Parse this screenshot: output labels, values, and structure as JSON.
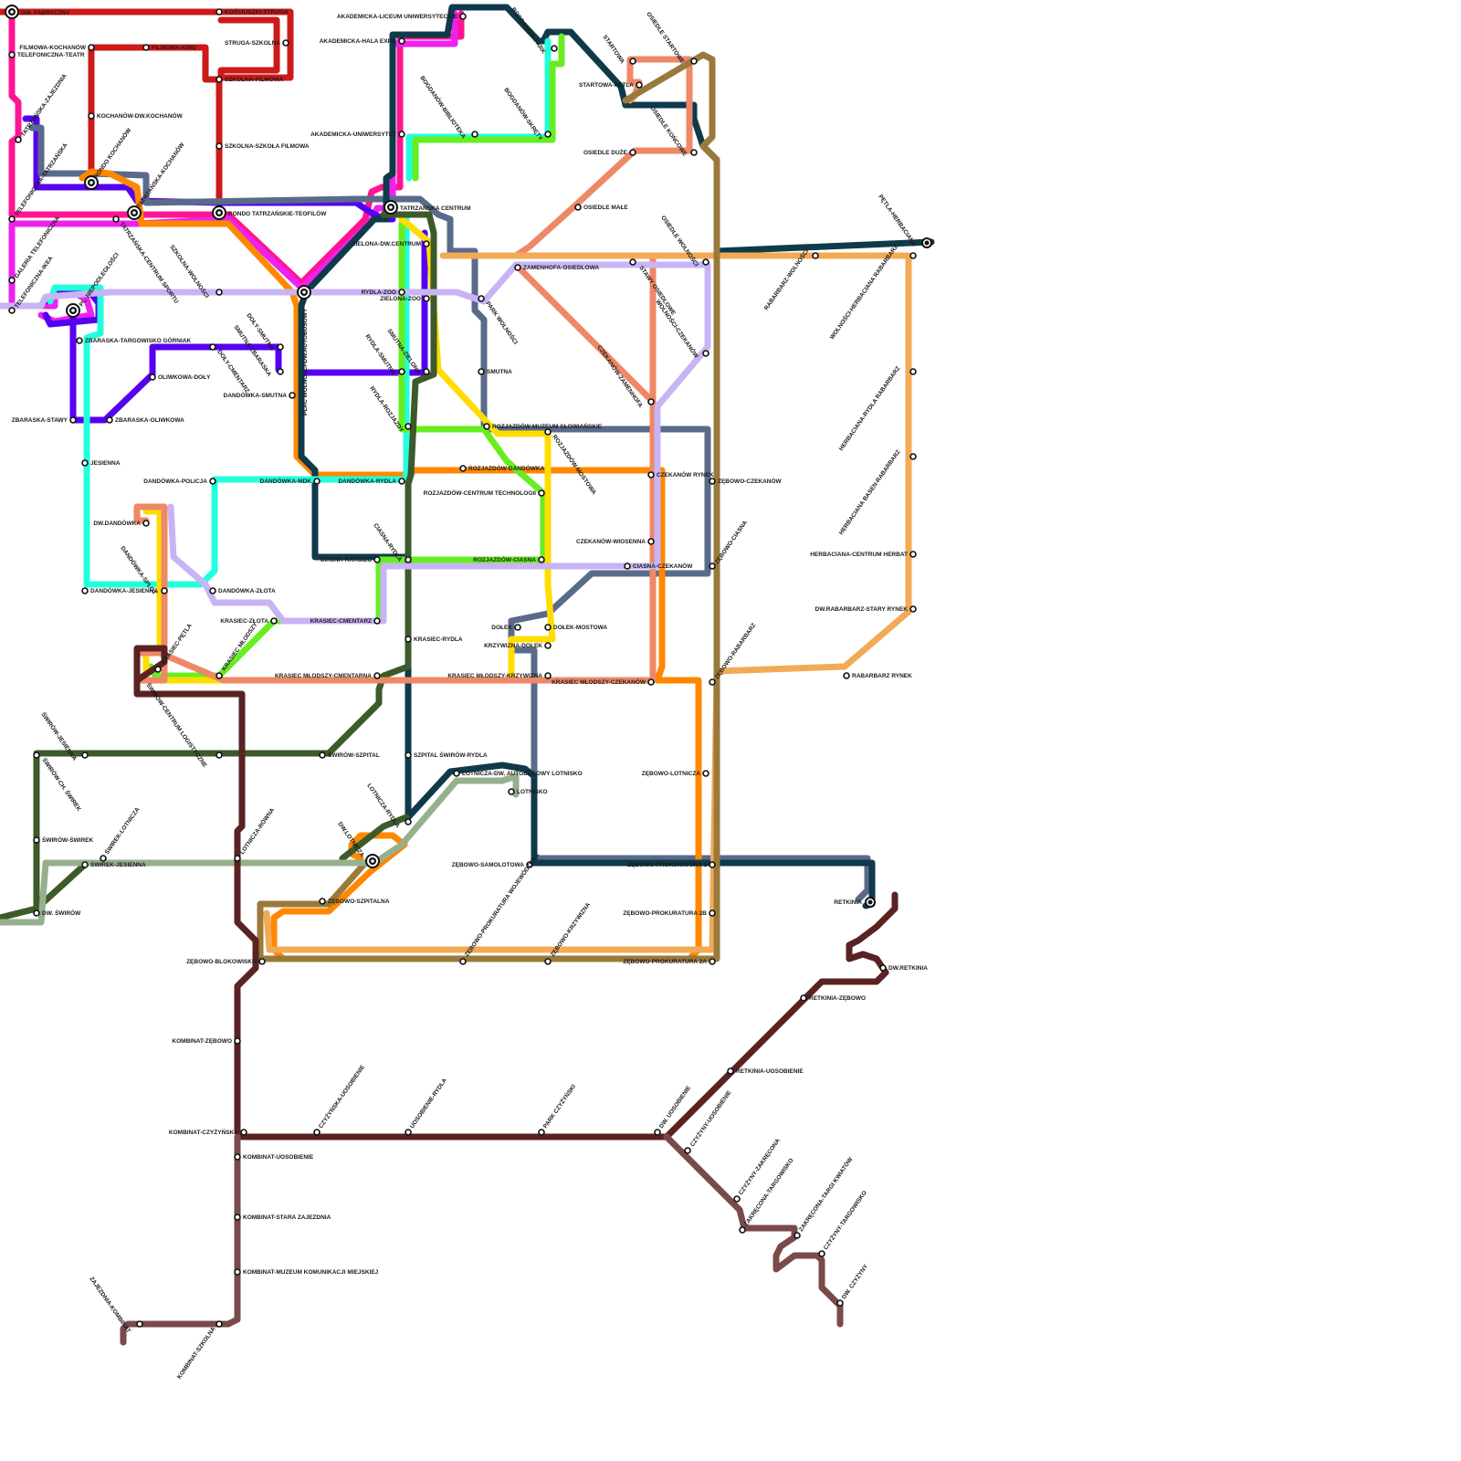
{
  "colors": {
    "red": "#cc1a1a",
    "pink": "#ff1493",
    "magenta": "#ee22ee",
    "violet": "#5500ee",
    "slate": "#5a6a8a",
    "orange": "#ff8800",
    "navy": "#0e3a4a",
    "cyan": "#22ffdd",
    "green": "#66ee22",
    "yellow": "#ffdd00",
    "olive": "#3d5a2a",
    "salmon": "#ee8866",
    "lavender": "#c8b4f4",
    "sand": "#f2aa55",
    "bronze": "#9a7a3a",
    "maroon": "#5a2222",
    "sage": "#96b08e",
    "rose_brown": "#7a4a4a"
  },
  "stations": {
    "dw_fabryczny": "DW. FABRYCZNY",
    "kosciuszki_struga": "KOŚCIUSZKI-STRUGA",
    "struga_szkolna": "STRUGA-SZKOLNA",
    "filmowa_kochanow": "FILMOWA-KOCHANÓW",
    "telefoniczna_teatr": "TELEFONICZNA-TEATR",
    "filmowa_kino": "FILMOWA-KINO",
    "szkolna_filmowa": "SZKOLNA-FILMOWA",
    "szkolna_szkola_filmowa": "SZKOLNA-SZKOŁA FILMOWA",
    "kochanow_dw_kochanow": "KOCHANÓW-DW.KOCHANÓW",
    "rondo_kochanow": "RONDO KOCHANÓW",
    "tatrzanska_zajezdnia": "TATRZAŃSKA-ZAJEZDNIA",
    "telefoniczna_tatrzanska": "TELEFONICZNA-TATRZAŃSKA",
    "tatrzanska_kochanow": "TATRZAŃSKA-KOCHANÓW",
    "rondo_tatrzanskie_teofilow": "RONDO TATRZAŃSKIE-TEOFILÓW",
    "tatrzanska_centrum_sportu": "TATRZAŃSKA-CENTRUM SPORTU",
    "galeria_telefoniczna": "GALERIA TELEFONICZNA",
    "telefoniczna_ikea": "TELEFONICZNA-IKEA",
    "pl_niepodleglosci": "PL. NIEPODLEGŁOŚCI",
    "szkolna_wolnosci": "SZKOLNA-WOLNOŚCI",
    "akademicka_liceum": "AKADEMICKA-LICEUM UNIWERSYTECKIE",
    "akademicka_hala": "AKADEMICKA-HALA EXPO",
    "akademicka_uniwersytet": "AKADEMICKA-UNIWERSYTET",
    "bogdanow_biblioteka": "BOGDANÓW-BIBLIOTEKA",
    "bogdanow_skrety": "BOGDANÓW-SKRĘTY",
    "bogdanow_park": "BOGDANÓW-PARK",
    "tatrzanska_centrum": "TATRZAŃSKA CENTRUM",
    "zielona_dw_centrum": "ZIELONA-DW.CENTRUM",
    "rydla_zoo": "RYDLA-ZOO",
    "zielona_zoo": "ZIELONA-ZOO",
    "plac_wolnosci": "PLAC WOLNOŚCI-DW.AUTOBUSOWY",
    "startowa": "STARTOWA",
    "startowa_petla": "STARTOWA-PĘTLA",
    "osiedle_startowe": "OSIEDLE STARTOWE",
    "osiedle_koncowe": "OSIEDLE KOŃCOWE",
    "osiedle_duze": "OSIEDLE DUŻE",
    "osiedle_male": "OSIEDLE MAŁE",
    "osiedle_wolnosci": "OSIEDLE WOLNOŚCI",
    "petla_herbaciana": "PĘTLA-HERBACIANA",
    "rabarbarz_wolnosci": "RABARBARZ-WOLNOŚCI",
    "wolnosci_herbaciana_rabarbarz": "WOLNOŚCI-HERBACIANA RABARBARZ",
    "zamenhofa_osiedlowa": "ZAMENHOFA-OSIEDLOWA",
    "stawy_osiedlowe": "STAWY OSIEDLOWE",
    "wolnosci_czekanow": "WOLNOŚCI-CZEKANÓW",
    "park_wolnosci": "PARK WOLNOŚCI",
    "smutna": "SMUTNA",
    "czekanow_zamenhofa": "CZEKANÓW-ZAMENHOFA",
    "zbaraska_targowisko": "ZBARASKA-TARGOWISKO GÓRNIAK",
    "doly_smutna": "DOŁY-SMUTNA",
    "smutna_zbaraska": "SMUTNA-ZBARASKA",
    "oliwkowa_doly": "OLIWKOWA-DOŁY",
    "doly_cmentarz": "DOŁY-CMENTARZ",
    "dandowka_smutna": "DANDÓWKA-SMUTNA",
    "zbaraska_stawy": "ZBARASKA-STAWY",
    "zbaraska_oliwkowa": "ZBARASKA-OLIWKOWA",
    "rydla_smutna": "RYDLA-SMUTNA",
    "smutna_zielona": "SMUTNA-ZIELONA",
    "rydla_rozjazdy": "RYDLA-ROZJAZDY",
    "rozjazdow_muzeum": "ROZJAZDÓW-MUZEUM SŁOWIAŃSKIE",
    "rozjazdow_mostowa": "ROZJAZDÓW-MOSTOWA",
    "jesienna": "JESIENNA",
    "rozjazdow_dandowka": "ROZJAZDÓW-DANDÓWKA",
    "czekanow_rynek": "CZEKANÓW RYNEK",
    "zebowo_czekanow": "ZĘBOWO-CZEKANÓW",
    "dandowka_policja": "DANDÓWKA-POLICJA",
    "dandowka_mdk": "DANDÓWKA-MDK",
    "dandowka_rydla": "DANDÓWKA-RYDLA",
    "rozjazdow_centrum": "ROZJAZDÓW-CENTRUM TECHNOLOGII",
    "dw_dandowka": "DW.DANDÓWKA",
    "dandowka_splot": "DANDÓWKA-SPLOT",
    "czekanow_wiosenna": "CZEKANÓW-WIOSENNA",
    "ciasna_rydla": "CIASNA-RYDLA",
    "ciasna_krasiec": "CIASNA-KRASIEC",
    "rozjazdow_ciasna": "ROZJAZDÓW-CIASNA",
    "ciasna_czekanow": "CIASNA-CZEKANÓW",
    "zebowo_ciasna": "ZĘBOWO-CIASNA",
    "dandowka_jesienna": "DANDÓWKA-JESIENNA",
    "dandowka_zlota": "DANDÓWKA-ZŁOTA",
    "herbaciana_rydla": "HERBACIANA-RYDLA RABARBARZ",
    "herbaciana_basen": "HERBACIANA BASEN-RABARBARZ",
    "herbaciana_centrum": "HERBACIANA-CENTRUM HERBAT",
    "dw_rabarbarz": "DW.RABARBARZ-STARY RYNEK",
    "krasiec_zlota": "KRASIEC-ZŁOTA",
    "krasiec_cmentarz": "KRASIEC-CMENTARZ",
    "dolek": "DOŁEK",
    "dolek_mostowa": "DOŁEK-MOSTOWA",
    "krasiec_rydla": "KRASIEC-RYDLA",
    "krzywizna_dolek": "KRZYWIZNA-DOŁEK",
    "krasiec_petla": "KRASIEC-PĘTLA",
    "krasiec_mlodszy": "KRASIEC MŁODSZY",
    "krasiec_mlodszy_cmentarna": "KRASIEC MŁODSZY-CMENTARNA",
    "krasiec_mlodszy_krzywizna": "KRASIEC MŁODSZY-KRZYWIZNA",
    "krasiec_mlodszy_czekanow": "KRASIEC MŁODSZY-CZEKANÓW",
    "zebowo_rabarbarz": "ZĘBOWO-RABARBARZ",
    "rabarbarz_rynek": "RABARBARZ RYNEK",
    "swirow_centrum": "ŚWIRÓW-CENTRUM LOGISTYCZNE",
    "swirow_jesienna": "ŚWIRÓW-JESIENNA",
    "swirow_szpital": "ŚWIRÓW-SZPITAL",
    "szpital_swirow_rydla": "SZPITAL ŚWIRÓW-RYDLA",
    "swirow_ch_swirek": "ŚWIRÓW-CH. ŚWIREK",
    "lotnicza_dw": "LOTNICZA-DW. AUTOBUSOWY LOTNISKO",
    "lotnisko": "LOTNISKO",
    "zebowo_lotnicza": "ZĘBOWO-LOTNICZA",
    "lotnicza_rydla": "LOTNICZA-RYDLA",
    "swirow_swirek": "ŚWIRÓW-ŚWIREK",
    "swirek_lotnicza": "ŚWIREK-LOTNICZA",
    "lotnicza_rowna": "LOTNICZA-RÓWNA",
    "dw_lotnicza": "DW.LOTNICZA",
    "swirek_jesienna": "ŚWIREK-JESIENNA",
    "zebowo_samolotowa": "ZĘBOWO-SAMOLOTOWA",
    "zebowo_prokuratura_1": "ZĘBOWO-PROKURATURA 1",
    "retkinia": "RETKINIA",
    "zebowo_szpitalna": "ZĘBOWO-SZPITALNA",
    "dw_swirow": "DW. ŚWIRÓW",
    "zebowo_prokuratura_2b": "ZĘBOWO-PROKURATURA 2B",
    "zebowo_prokuratura_wojewodzka": "ZĘBOWO-PROKURATURA WOJEWÓDZKA 1",
    "zebowo_krzywizna": "ZĘBOWO-KRZYWIZNA",
    "zebowo_blokowisko": "ZĘBOWO-BLOKOWISKO",
    "zebowo_prokuratura_2a": "ZĘBOWO-PROKURATURA 2A",
    "dw_retkinia": "DW.RETKINIA",
    "retkinia_zebowo": "RETKINIA-ZĘBOWO",
    "kombinat_zebowo": "KOMBINAT-ZĘBOWO",
    "retkinia_uosobienie": "RETKINIA-UOSOBIENIE",
    "czyzynska_uosobienie": "CZYŻYŃSKA-UOSOBIENIE",
    "uosobienie_rydla": "UOSOBIENIE-RYDLA",
    "park_czyzynski": "PARK CZYŻYŃSKI",
    "dw_uosobienie": "DW. UOSOBIENIE",
    "kombinat_czyzynska": "KOMBINAT-CZYŻYŃSKA",
    "czyzyny_uosobienie": "CZYŻYNY-UOSOBIENIE",
    "kombinat_uosobienie": "KOMBINAT-UOSOBIENIE",
    "czyzyny_zakrecona": "CZYŻYNY-ZAKRĘCONA",
    "zakrecona_targowisko": "ZAKRĘCONA-TARGOWISKO",
    "zakrecona_targi": "ZAKRĘCONA-TARGI KWIATÓW",
    "kombinat_stara": "KOMBINAT-STARA ZAJEZDNIA",
    "czyzyny_targowisko": "CZYŻYNY-TARGOWISKO",
    "kombinat_muzeum": "KOMBINAT-MUZEUM KOMUNIKACJI MIEJSKIEJ",
    "dw_czyzyny": "DW. CZYŻYNY",
    "zajezdnia_kombinat": "ZAJEZDNIA-KOMBINAT",
    "kombinat_szkolna": "KOMBINAT-SZKOLNA"
  }
}
